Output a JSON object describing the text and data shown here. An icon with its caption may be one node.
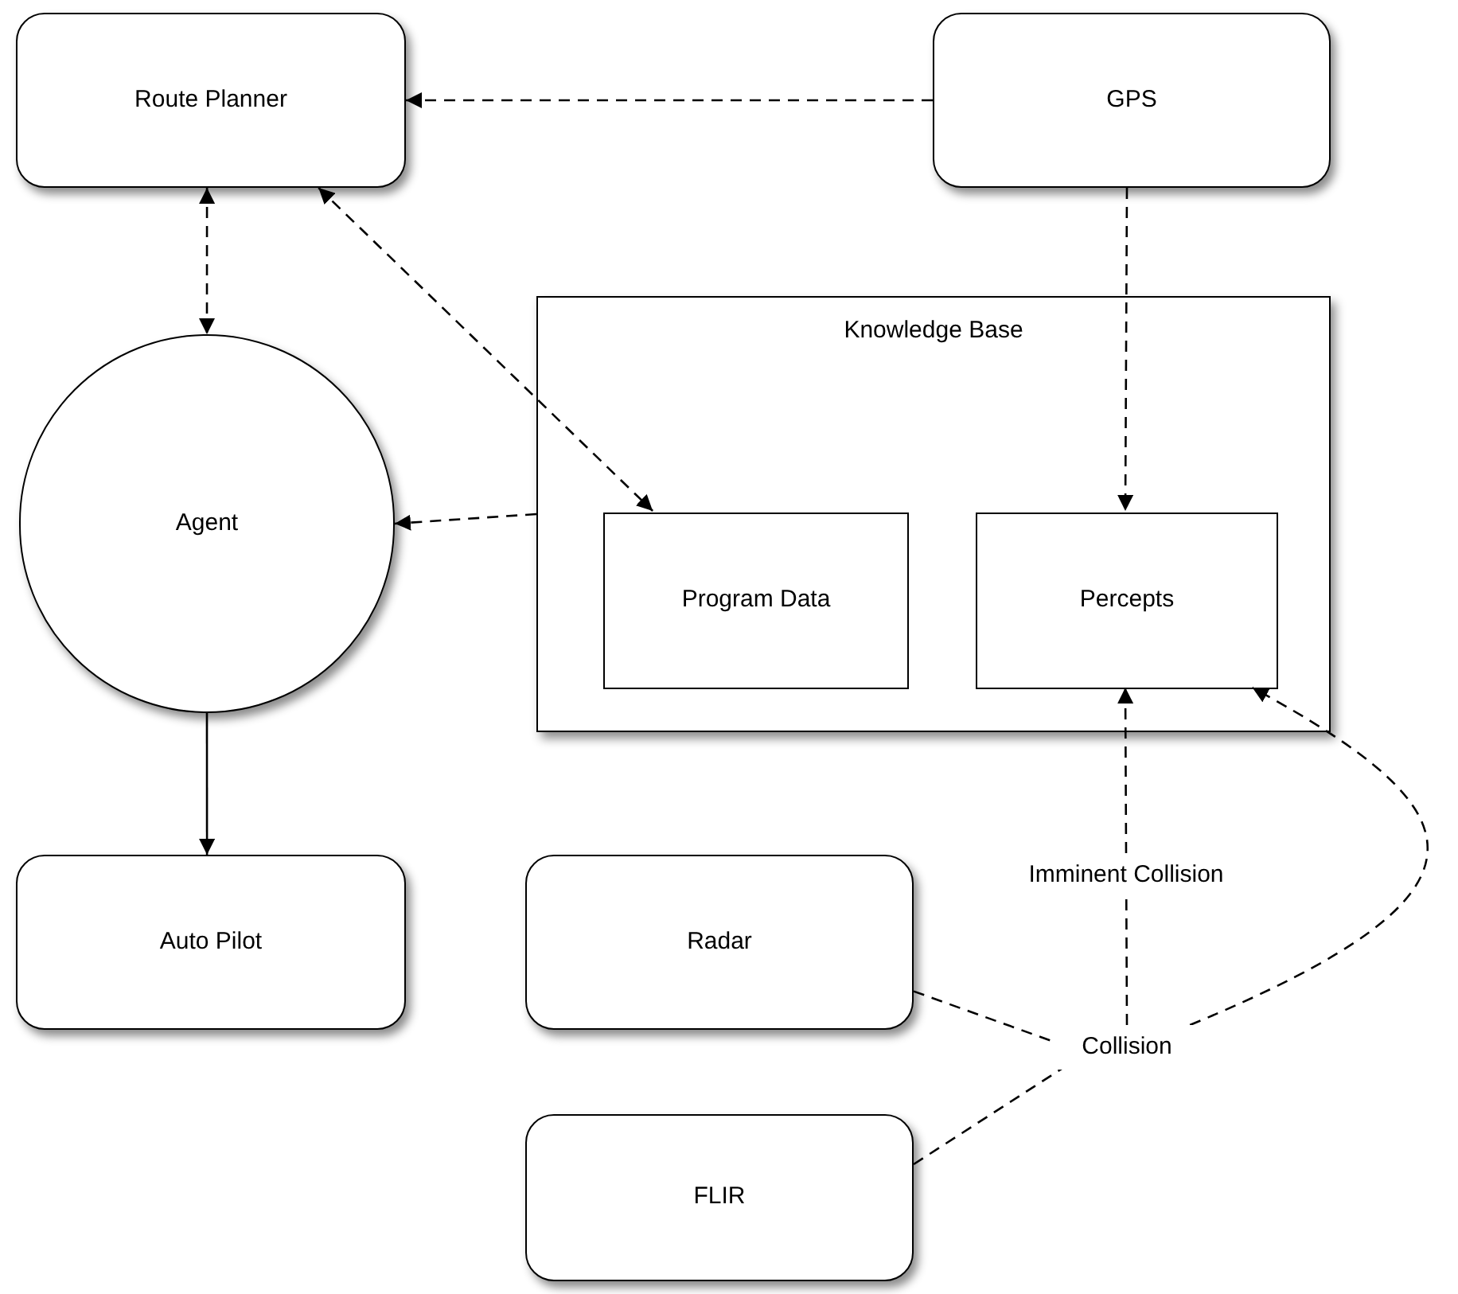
{
  "diagram": {
    "nodes": [
      {
        "text": [
          "Route Planner"
        ]
      },
      {
        "text": [
          "GPS"
        ]
      },
      {
        "text": [
          "Agent"
        ]
      },
      {
        "text": [
          "Knowledge Base"
        ]
      },
      {
        "text": [
          "Program Data"
        ],
        "in": 3
      },
      {
        "text": [
          "Percepts"
        ],
        "in": 3
      },
      {
        "text": [
          "Auto Pilot"
        ]
      },
      {
        "text": [
          "Radar"
        ]
      },
      {
        "text": [
          "Collision"
        ]
      },
      {
        "text": [
          "FLIR"
        ]
      }
    ],
    "edges": [
      {
        "from": 1,
        "to": 0,
        "arrow": "to",
        "style": "dashed"
      },
      {
        "from": 0,
        "to": 2,
        "arrow": "both",
        "style": "dashed"
      },
      {
        "from": 0,
        "to": 4,
        "arrow": "both",
        "style": "dashed"
      },
      {
        "from": 3,
        "to": 2,
        "arrow": "to",
        "style": "dashed"
      },
      {
        "from": 1,
        "to": 5,
        "arrow": "to",
        "style": "dashed"
      },
      {
        "from": 2,
        "to": 6,
        "arrow": "to"
      },
      {
        "from": 8,
        "to": 5,
        "arrow": "to",
        "label": "Imminent Collision",
        "style": "dashed"
      },
      {
        "from": 8,
        "to": 5,
        "arrow": "to",
        "style": "dashed"
      },
      {
        "from": 7,
        "to": 8,
        "arrow": "none",
        "style": "dashed"
      },
      {
        "from": 9,
        "to": 8,
        "arrow": "none",
        "style": "dashed"
      }
    ]
  }
}
